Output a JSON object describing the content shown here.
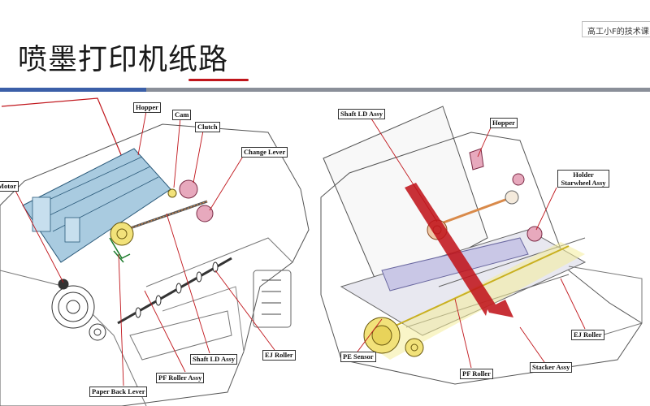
{
  "slide": {
    "title": "喷墨打印机纸路",
    "tag": "高工小F的技术课"
  },
  "left_labels": {
    "hopper": "Hopper",
    "cam": "Cam",
    "clutch": "Clutch",
    "change_lever": "Change Lever",
    "motor": "Motor",
    "shaft_ld": "Shaft LD Assy",
    "ej_roller": "EJ Roller",
    "pf_roller": "PF Roller Assy",
    "paper_back": "Paper Back Lever"
  },
  "right_labels": {
    "shaft_ld": "Shaft LD Assy",
    "hopper": "Hopper",
    "holder_starwheel": "Holder Starwheel Assy",
    "ej_roller": "EJ Roller",
    "pe_sensor": "PE Sensor",
    "pf_roller": "PF Roller",
    "stacker": "Stacker Assy"
  },
  "colors": {
    "accent_red": "#c0151b",
    "rule_blue": "#3b5fa8",
    "hopper_blue": "#a9cbe0",
    "gear_yellow": "#f2e27a",
    "clutch_pink": "#e7a9bd"
  }
}
